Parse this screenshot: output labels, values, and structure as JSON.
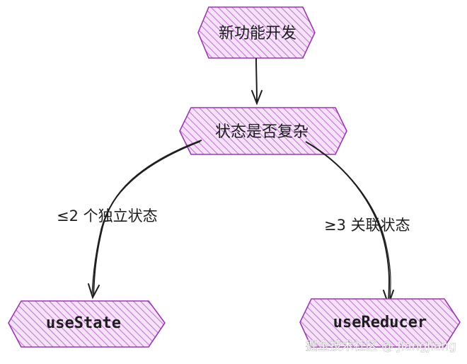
{
  "diagram": {
    "nodes": {
      "start": "新功能开发",
      "decision": "状态是否复杂",
      "use_state": "useState",
      "use_reducer": "useReducer"
    },
    "edges": {
      "left_label": "≤2 个独立状态",
      "right_label": "≥3 关联状态"
    },
    "colors": {
      "node_fill": "#e6a3f0",
      "node_stroke": "#9c36b5",
      "line": "#1e1e1e"
    }
  },
  "watermark": "掘金技术社区 @ JiangJiang"
}
